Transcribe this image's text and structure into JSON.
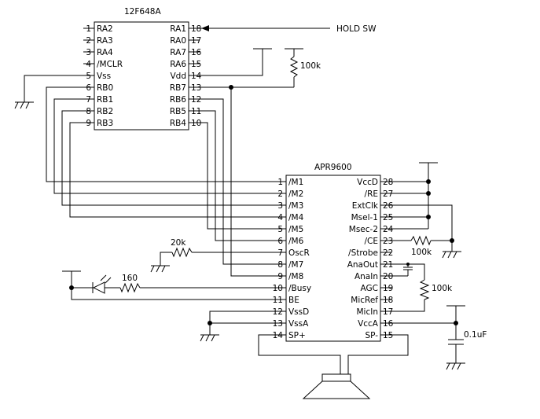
{
  "pic": {
    "name": "12F648A",
    "left_pins": [
      {
        "num": "1",
        "label": "RA2"
      },
      {
        "num": "2",
        "label": "RA3"
      },
      {
        "num": "3",
        "label": "RA4"
      },
      {
        "num": "4",
        "label": "/MCLR"
      },
      {
        "num": "5",
        "label": "Vss"
      },
      {
        "num": "6",
        "label": "RB0"
      },
      {
        "num": "7",
        "label": "RB1"
      },
      {
        "num": "8",
        "label": "RB2"
      },
      {
        "num": "9",
        "label": "RB3"
      }
    ],
    "right_pins": [
      {
        "num": "18",
        "label": "RA1"
      },
      {
        "num": "17",
        "label": "RA0"
      },
      {
        "num": "16",
        "label": "RA7"
      },
      {
        "num": "15",
        "label": "RA6"
      },
      {
        "num": "14",
        "label": "Vdd"
      },
      {
        "num": "13",
        "label": "RB7"
      },
      {
        "num": "12",
        "label": "RB6"
      },
      {
        "num": "11",
        "label": "RB5"
      },
      {
        "num": "10",
        "label": "RB4"
      }
    ]
  },
  "apr": {
    "name": "APR9600",
    "left_pins": [
      {
        "num": "1",
        "label": "/M1"
      },
      {
        "num": "2",
        "label": "/M2"
      },
      {
        "num": "3",
        "label": "/M3"
      },
      {
        "num": "4",
        "label": "/M4"
      },
      {
        "num": "5",
        "label": "/M5"
      },
      {
        "num": "6",
        "label": "/M6"
      },
      {
        "num": "7",
        "label": "OscR"
      },
      {
        "num": "8",
        "label": "/M7"
      },
      {
        "num": "9",
        "label": "/M8"
      },
      {
        "num": "10",
        "label": "/Busy"
      },
      {
        "num": "11",
        "label": "BE"
      },
      {
        "num": "12",
        "label": "VssD"
      },
      {
        "num": "13",
        "label": "VssA"
      },
      {
        "num": "14",
        "label": "SP+"
      }
    ],
    "right_pins": [
      {
        "num": "28",
        "label": "VccD"
      },
      {
        "num": "27",
        "label": "/RE"
      },
      {
        "num": "26",
        "label": "ExtClk"
      },
      {
        "num": "25",
        "label": "Msel-1"
      },
      {
        "num": "24",
        "label": "Msec-2"
      },
      {
        "num": "23",
        "label": "/CE"
      },
      {
        "num": "22",
        "label": "/Strobe"
      },
      {
        "num": "21",
        "label": "AnaOut"
      },
      {
        "num": "20",
        "label": "AnaIn"
      },
      {
        "num": "19",
        "label": "AGC"
      },
      {
        "num": "18",
        "label": "MicRef"
      },
      {
        "num": "17",
        "label": "MicIn"
      },
      {
        "num": "16",
        "label": "VccA"
      },
      {
        "num": "15",
        "label": "SP-"
      }
    ]
  },
  "labels": {
    "hold_sw": "HOLD SW",
    "r_pullup": "100k",
    "r_osc": "20k",
    "r_led": "160",
    "r_ce": "100k",
    "r_mic": "100k",
    "cap": "0.1uF"
  }
}
